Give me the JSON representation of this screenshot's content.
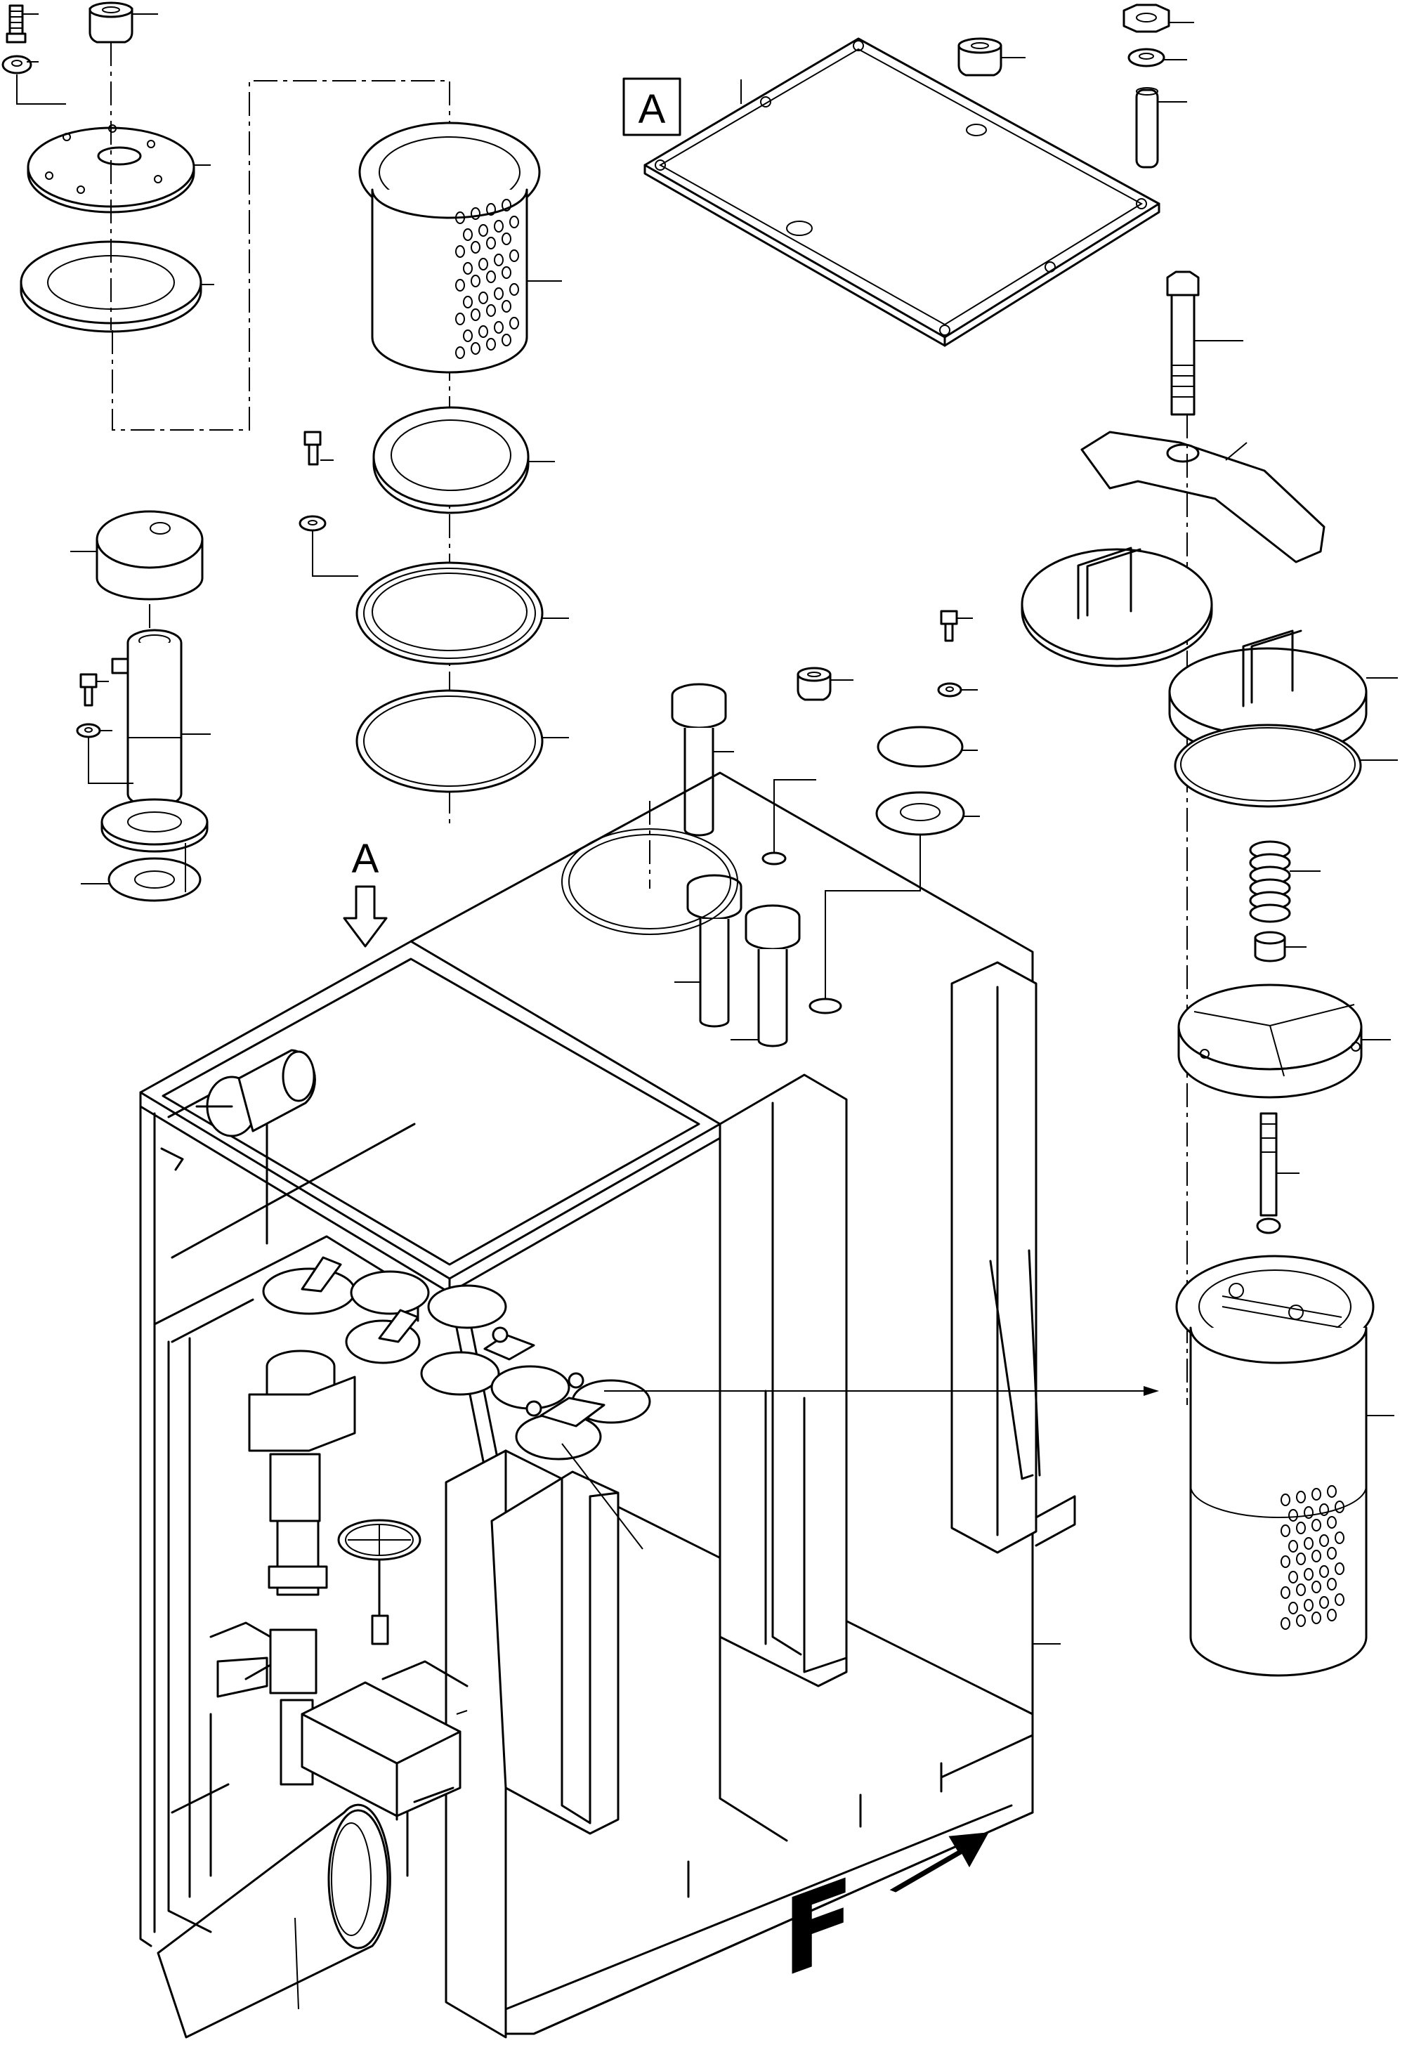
{
  "drawing": {
    "view_label": "A",
    "view_arrow_label": "A",
    "front_label": "F"
  },
  "colors": {
    "line": "#000000",
    "background": "#ffffff"
  }
}
